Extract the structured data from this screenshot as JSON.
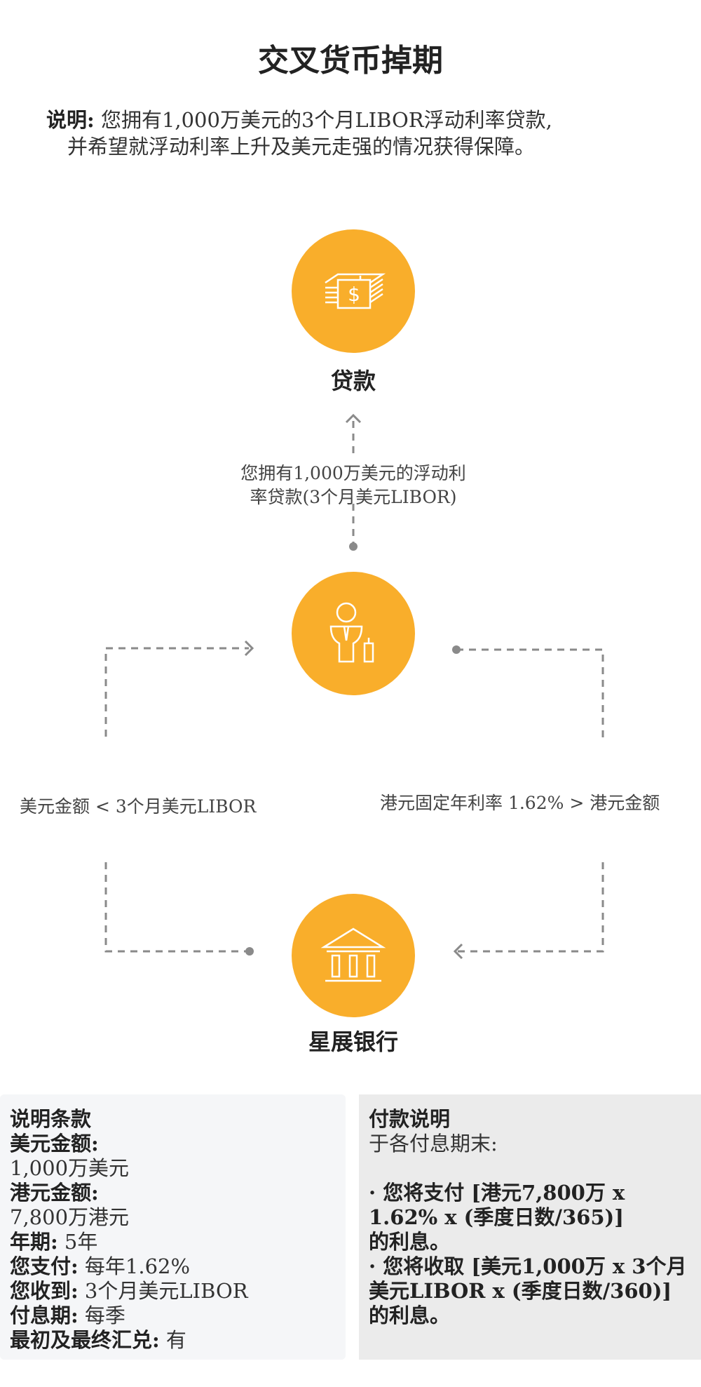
{
  "title": "交叉货币掉期",
  "description": {
    "label": "说明:",
    "line1": "您拥有1,000万美元的3个月LIBOR浮动利率贷款,",
    "line2": "并希望就浮动利率上升及美元走强的情况获得保障。"
  },
  "nodes": {
    "loan": {
      "label": "贷款",
      "icon": "money-stack-icon"
    },
    "client": {
      "icon": "businessman-icon"
    },
    "bank": {
      "label": "星展银行",
      "icon": "bank-icon"
    }
  },
  "flows": {
    "to_loan_line1": "您拥有1,000万美元的浮动利",
    "to_loan_line2": "率贷款(3个月美元LIBOR)",
    "left": "美元金额 < 3个月美元LIBOR",
    "right": "港元固定年利率 1.62% > 港元金额"
  },
  "terms": {
    "heading": "说明条款",
    "usd_label": "美元金额:",
    "usd_value": " 1,000万美元",
    "hkd_label": "港元金额:",
    "hkd_value": "7,800万港元",
    "tenor_label": "年期:",
    "tenor_value": " 5年",
    "pay_label": "您支付:",
    "pay_value": " 每年1.62%",
    "receive_label": "您收到:",
    "receive_value": " 3个月美元LIBOR",
    "freq_label": "付息期:",
    "freq_value": " 每季",
    "exchange_label": "最初及最终汇兑:",
    "exchange_value": " 有"
  },
  "payment": {
    "heading": "付款说明",
    "intro": "于各付息期末:",
    "pay_bold": "· 您将支付",
    "pay_text": " [港元7,800万 x 1.62% x (季度日数/365)]",
    "pay_tail": "的利息。",
    "receive_bold": "· 您将收取",
    "receive_text": " [美元1,000万 x 3个月美元LIBOR x (季度日数/360)]",
    "receive_tail": " 的利息。"
  },
  "colors": {
    "accent": "#F9AE2B",
    "line": "#8a8a8a"
  }
}
